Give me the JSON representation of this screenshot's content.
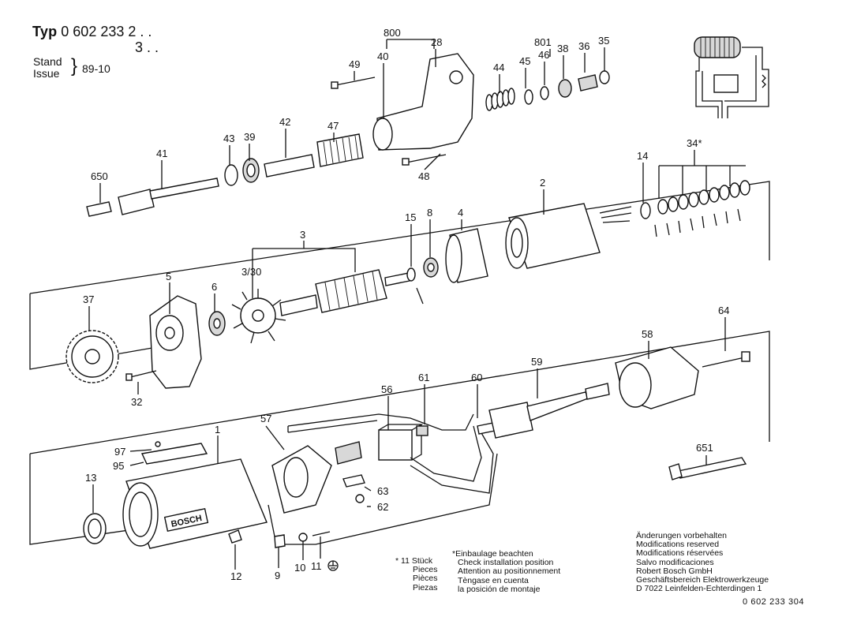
{
  "header": {
    "type_label": "Typ",
    "type_number": "0 602 233",
    "variant_1": "2 . .",
    "variant_2": "3 . .",
    "stand_label": "Stand",
    "issue_label": "Issue",
    "issue_value": "89-10"
  },
  "part_labels": {
    "p800": "800",
    "p28": "28",
    "p40": "40",
    "p49": "49",
    "p47": "47",
    "p42": "42",
    "p43": "43",
    "p39": "39",
    "p41": "41",
    "p650": "650",
    "p48": "48",
    "p44": "44",
    "p45": "45",
    "p801": "801",
    "p46": "46",
    "p38": "38",
    "p36": "36",
    "p35": "35",
    "p14": "14",
    "p34": "34",
    "p34_star": "*",
    "p2": "2",
    "p4": "4",
    "p8": "8",
    "p15": "15",
    "p3": "3",
    "p3_30": "3/30",
    "p6": "6",
    "p5": "5",
    "p37": "37",
    "p32": "32",
    "p64": "64",
    "p58": "58",
    "p59": "59",
    "p60": "60",
    "p61": "61",
    "p56": "56",
    "p57": "57",
    "p1": "1",
    "p97": "97",
    "p95": "95",
    "p13": "13",
    "p63": "63",
    "p62": "62",
    "p12": "12",
    "p9": "9",
    "p10": "10",
    "p11": "11",
    "p651": "651"
  },
  "housing_brand": "BOSCH",
  "footnote_quantity": {
    "star": "*",
    "count": "11 Stück",
    "lines": [
      "Pieces",
      "Pièces",
      "Piezas"
    ]
  },
  "footnote_install": {
    "star": "*",
    "lines": [
      "Einbaulage beachten",
      "Check installation position",
      "Attention au positionnement",
      "Tèngase en cuenta",
      "la posición de montaje"
    ]
  },
  "modifications": [
    "Änderungen vorbehalten",
    "Modifications reserved",
    "Modifications réservées",
    "Salvo modificaciones"
  ],
  "company": [
    "Robert Bosch GmbH",
    "Geschäftsbereich Elektrowerkzeuge",
    "D 7022 Leinfelden-Echterdingen 1"
  ],
  "document_number": "0 602 233 304"
}
